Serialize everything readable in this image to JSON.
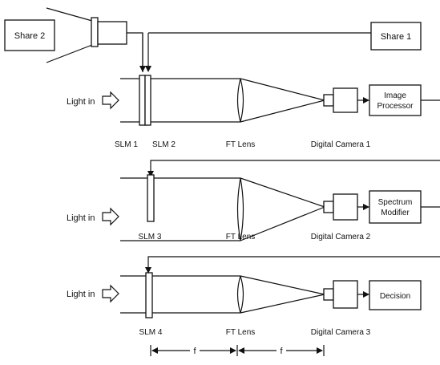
{
  "colors": {
    "ink": "#111111",
    "paper": "#ffffff"
  },
  "boxes": {
    "share2": "Share 2",
    "share1": "Share 1",
    "image_processor_line1": "Image",
    "image_processor_line2": "Processor",
    "spectrum_modifier_line1": "Spectrum",
    "spectrum_modifier_line2": "Modifier",
    "decision": "Decision"
  },
  "stages": [
    {
      "light_in": "Light in",
      "slm_a": "SLM 1",
      "slm_b": "SLM 2",
      "lens": "FT Lens",
      "camera": "Digital Camera 1"
    },
    {
      "light_in": "Light in",
      "slm": "SLM 3",
      "lens": "FT Lens",
      "camera": "Digital Camera 2"
    },
    {
      "light_in": "Light in",
      "slm": "SLM 4",
      "lens": "FT Lens",
      "camera": "Digital Camera 3"
    }
  ],
  "dimension": {
    "label_left": "f",
    "label_right": "f"
  }
}
